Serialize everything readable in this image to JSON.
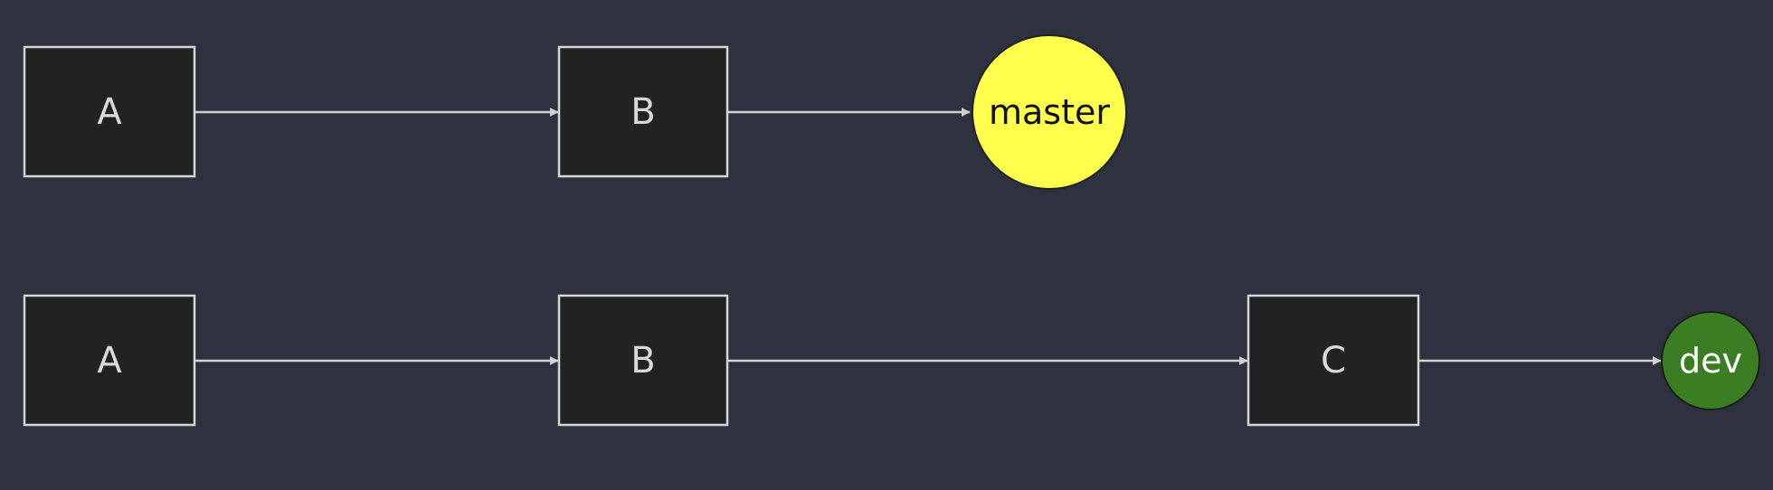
{
  "colors": {
    "background": "#2e323e",
    "commit_fill": "#212222",
    "commit_border": "#d6d6d6",
    "commit_text": "#d9d9d9",
    "edge": "#d0d0d0",
    "master_fill": "#ffff4d",
    "master_text": "#111111",
    "dev_fill": "#3a7d22",
    "dev_text": "#ffffff"
  },
  "diagram": {
    "rows": [
      {
        "commits": [
          {
            "label": "A"
          },
          {
            "label": "B"
          }
        ],
        "branch": {
          "label": "master",
          "icon": "branch-pointer-circle"
        }
      },
      {
        "commits": [
          {
            "label": "A"
          },
          {
            "label": "B"
          },
          {
            "label": "C"
          }
        ],
        "branch": {
          "label": "dev",
          "icon": "branch-pointer-circle"
        }
      }
    ]
  }
}
